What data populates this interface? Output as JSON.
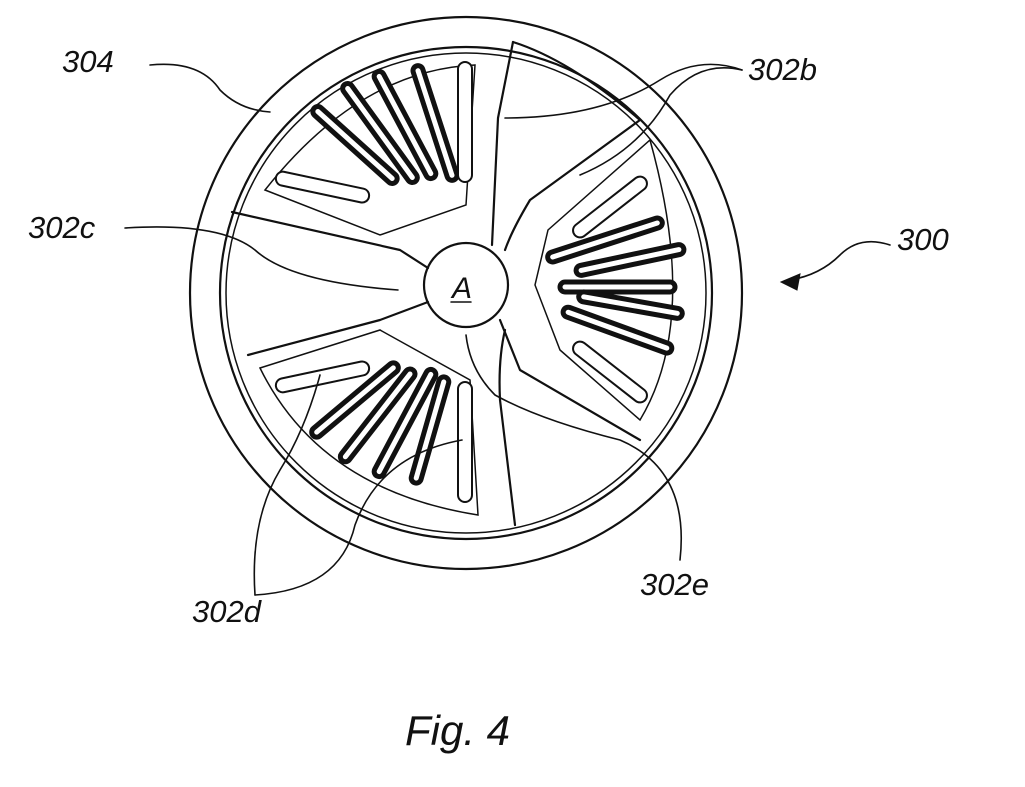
{
  "figure": {
    "caption": "Fig. 4",
    "center_label": "A",
    "labels": {
      "assembly": "300",
      "rim": "304",
      "spoke_b": "302b",
      "spoke_c": "302c",
      "segment_d": "302d",
      "segment_e": "302e"
    }
  }
}
